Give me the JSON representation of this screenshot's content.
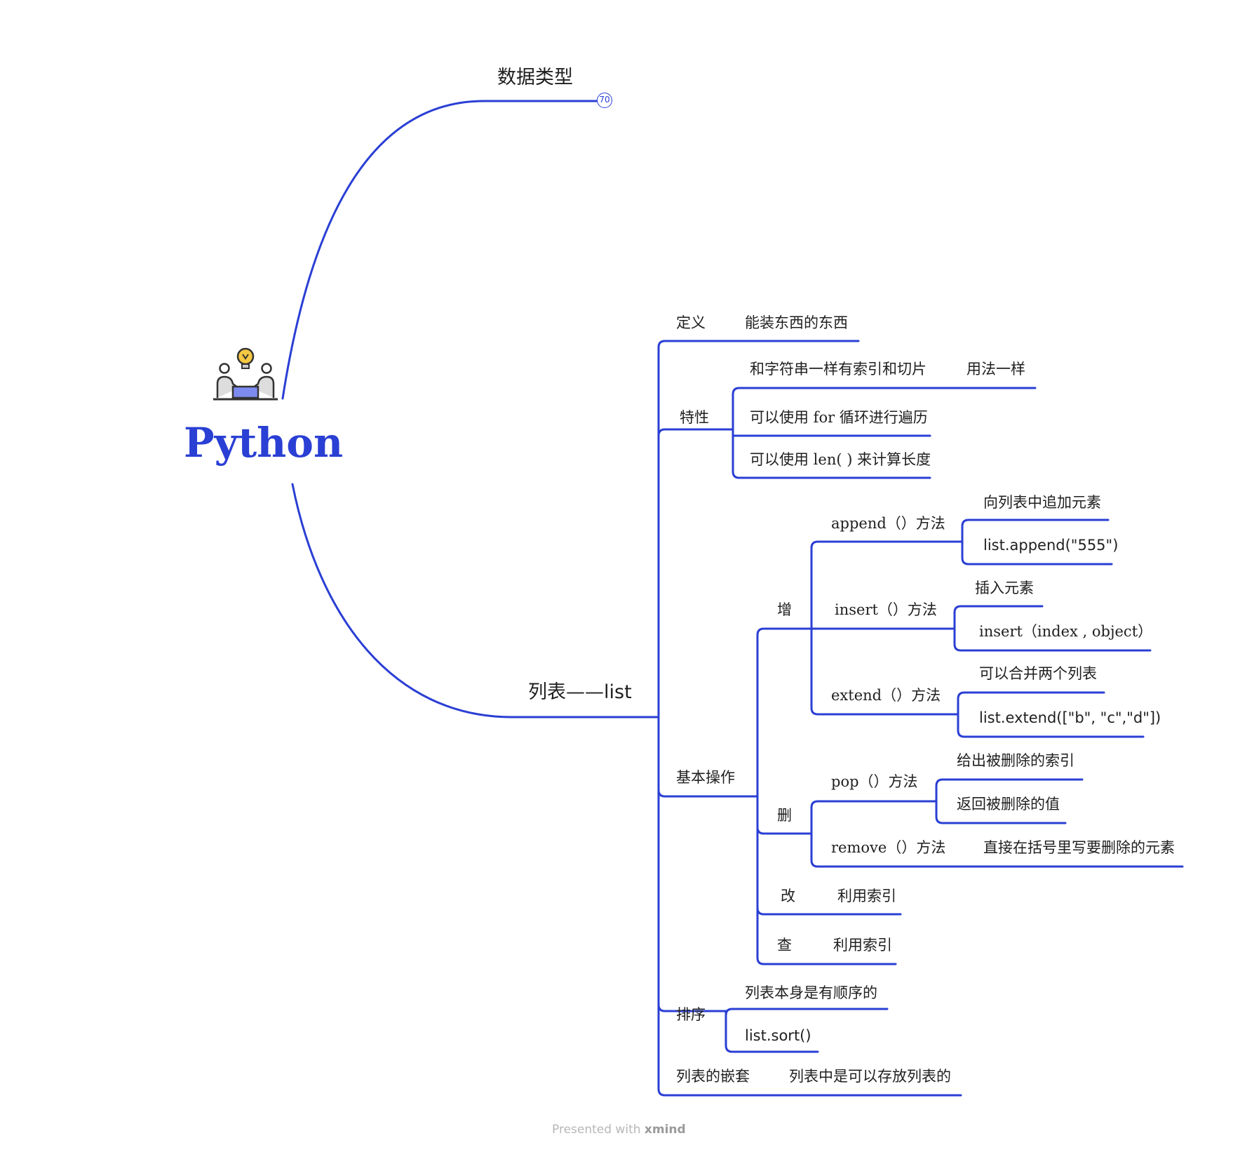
{
  "root": {
    "title": "Python",
    "icon": "teamwork-lightbulb-icon"
  },
  "branch_data_types": {
    "label": "数据类型",
    "badge": "70"
  },
  "branch_list": {
    "label": "列表——list",
    "definition": {
      "label": "定义",
      "value": "能装东西的东西"
    },
    "features": {
      "label": "特性",
      "items": [
        {
          "text": "和字符串一样有索引和切片",
          "note": "用法一样"
        },
        {
          "text": "可以使用 for 循环进行遍历"
        },
        {
          "text": "可以使用 len( ) 来计算长度"
        }
      ]
    },
    "basic_ops": {
      "label": "基本操作",
      "add": {
        "label": "增",
        "append": {
          "label": "append（）方法",
          "desc": "向列表中追加元素",
          "example": "list.append(\"555\")"
        },
        "insert": {
          "label": "insert（）方法",
          "desc": "插入元素",
          "example": "insert（index , object）"
        },
        "extend": {
          "label": "extend（）方法",
          "desc": "可以合并两个列表",
          "example": "list.extend([\"b\", \"c\",\"d\"])"
        }
      },
      "delete": {
        "label": "删",
        "pop": {
          "label": "pop（）方法",
          "desc": "给出被删除的索引",
          "example": "返回被删除的值"
        },
        "remove": {
          "label": "remove（）方法",
          "desc": "直接在括号里写要删除的元素"
        }
      },
      "modify": {
        "label": "改",
        "value": "利用索引"
      },
      "query": {
        "label": "查",
        "value": "利用索引"
      }
    },
    "sort": {
      "label": "排序",
      "items": [
        "列表本身是有顺序的",
        "list.sort()"
      ]
    },
    "nesting": {
      "label": "列表的嵌套",
      "value": "列表中是可以存放列表的"
    }
  },
  "footer": {
    "prefix": "Presented with",
    "brand": "xmind"
  },
  "colors": {
    "line": "#2a3fd4",
    "title": "#2a3fd4"
  }
}
